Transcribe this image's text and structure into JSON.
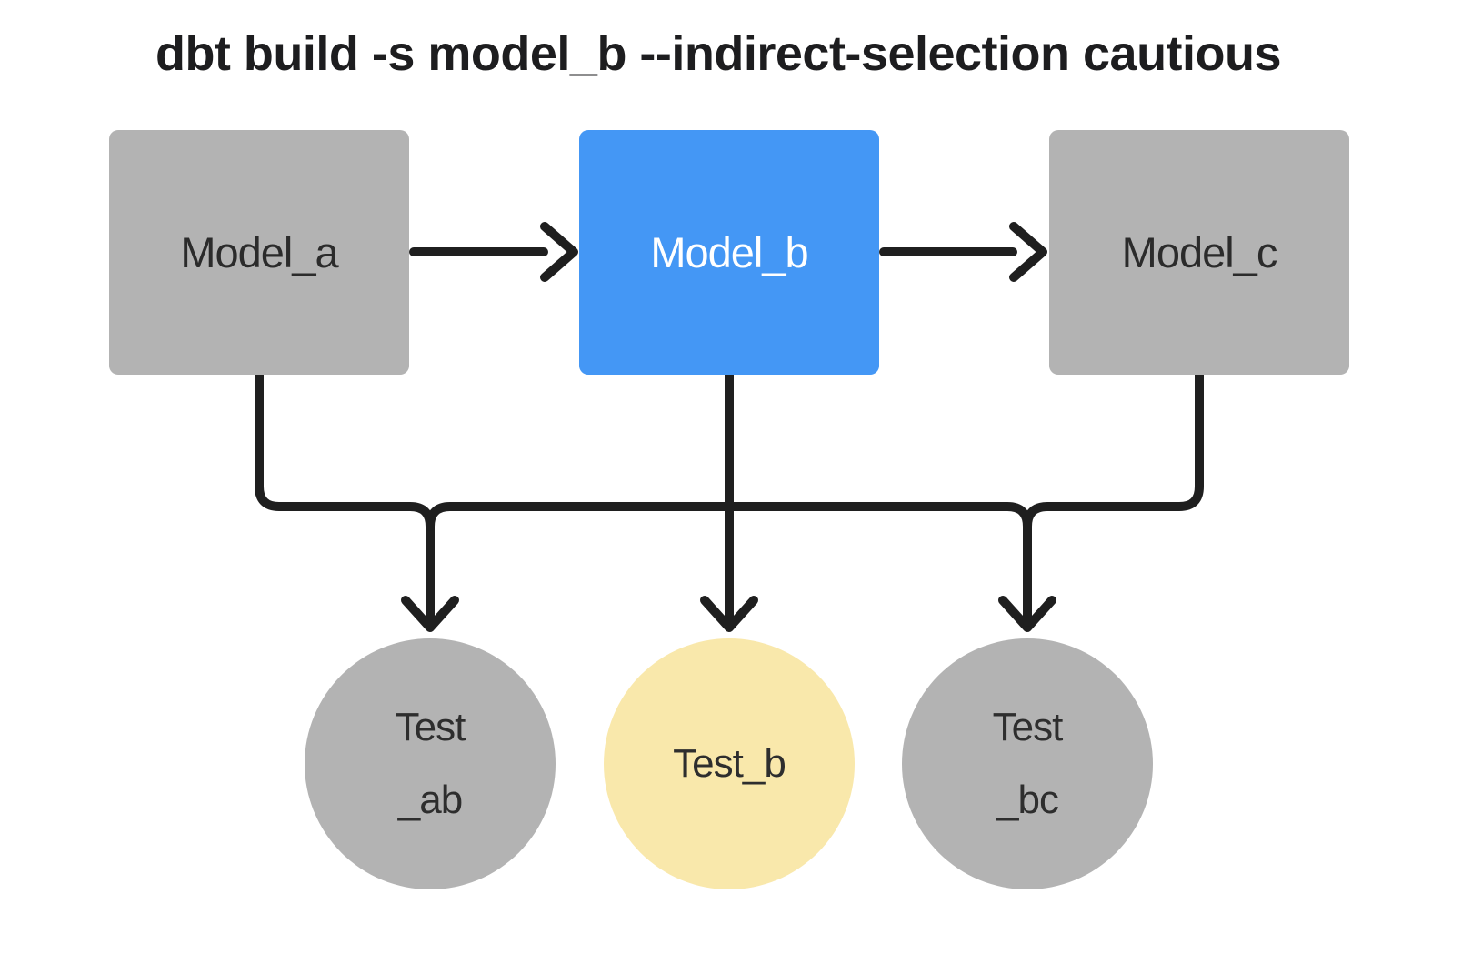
{
  "title": "dbt build -s model_b --indirect-selection cautious",
  "colors": {
    "model_default_fill": "#b3b3b3",
    "model_selected_fill": "#4497f5",
    "test_default_fill": "#b3b3b3",
    "test_highlight_fill": "#f9e8ab",
    "edge": "#1f1f1f",
    "dark_text": "#2b2b2b",
    "light_text": "#ffffff",
    "background": "#ffffff"
  },
  "models": [
    {
      "label": "Model_a"
    },
    {
      "label": "Model_b"
    },
    {
      "label": "Model_c"
    }
  ],
  "tests": [
    {
      "line1": "Test",
      "line2": "_ab"
    },
    {
      "line1": "Test_b",
      "line2": ""
    },
    {
      "line1": "Test",
      "line2": "_bc"
    }
  ]
}
